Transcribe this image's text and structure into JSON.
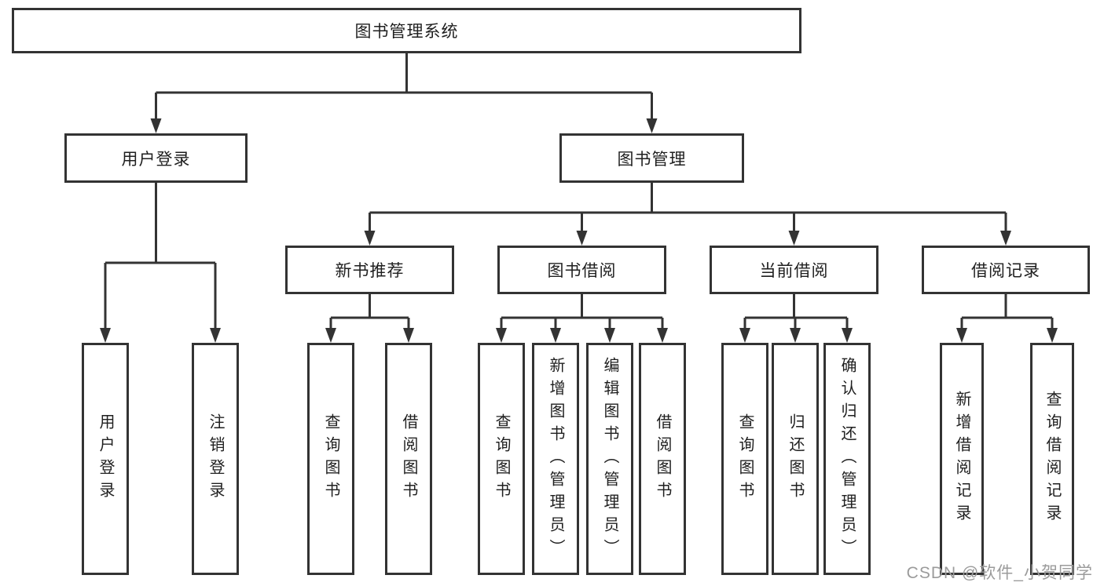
{
  "colors": {
    "line": "#333333",
    "border": "#333333",
    "text": "#1f1f1f",
    "watermark": "#9b9b9b",
    "background": "#ffffff"
  },
  "watermark": "CSDN @软件_小贺同学",
  "tree": {
    "root": {
      "label": "图书管理系统"
    },
    "children": [
      {
        "label": "用户登录",
        "children": [
          {
            "label": "用户登录"
          },
          {
            "label": "注销登录"
          }
        ]
      },
      {
        "label": "图书管理",
        "children": [
          {
            "label": "新书推荐",
            "children": [
              {
                "label": "查询图书"
              },
              {
                "label": "借阅图书"
              }
            ]
          },
          {
            "label": "图书借阅",
            "children": [
              {
                "label": "查询图书"
              },
              {
                "label": "新增图书（管理员）"
              },
              {
                "label": "编辑图书（管理员）"
              },
              {
                "label": "借阅图书"
              }
            ]
          },
          {
            "label": "当前借阅",
            "children": [
              {
                "label": "查询图书"
              },
              {
                "label": "归还图书"
              },
              {
                "label": "确认归还（管理员）"
              }
            ]
          },
          {
            "label": "借阅记录",
            "children": [
              {
                "label": "新增借阅记录"
              },
              {
                "label": "查询借阅记录"
              }
            ]
          }
        ]
      }
    ]
  }
}
